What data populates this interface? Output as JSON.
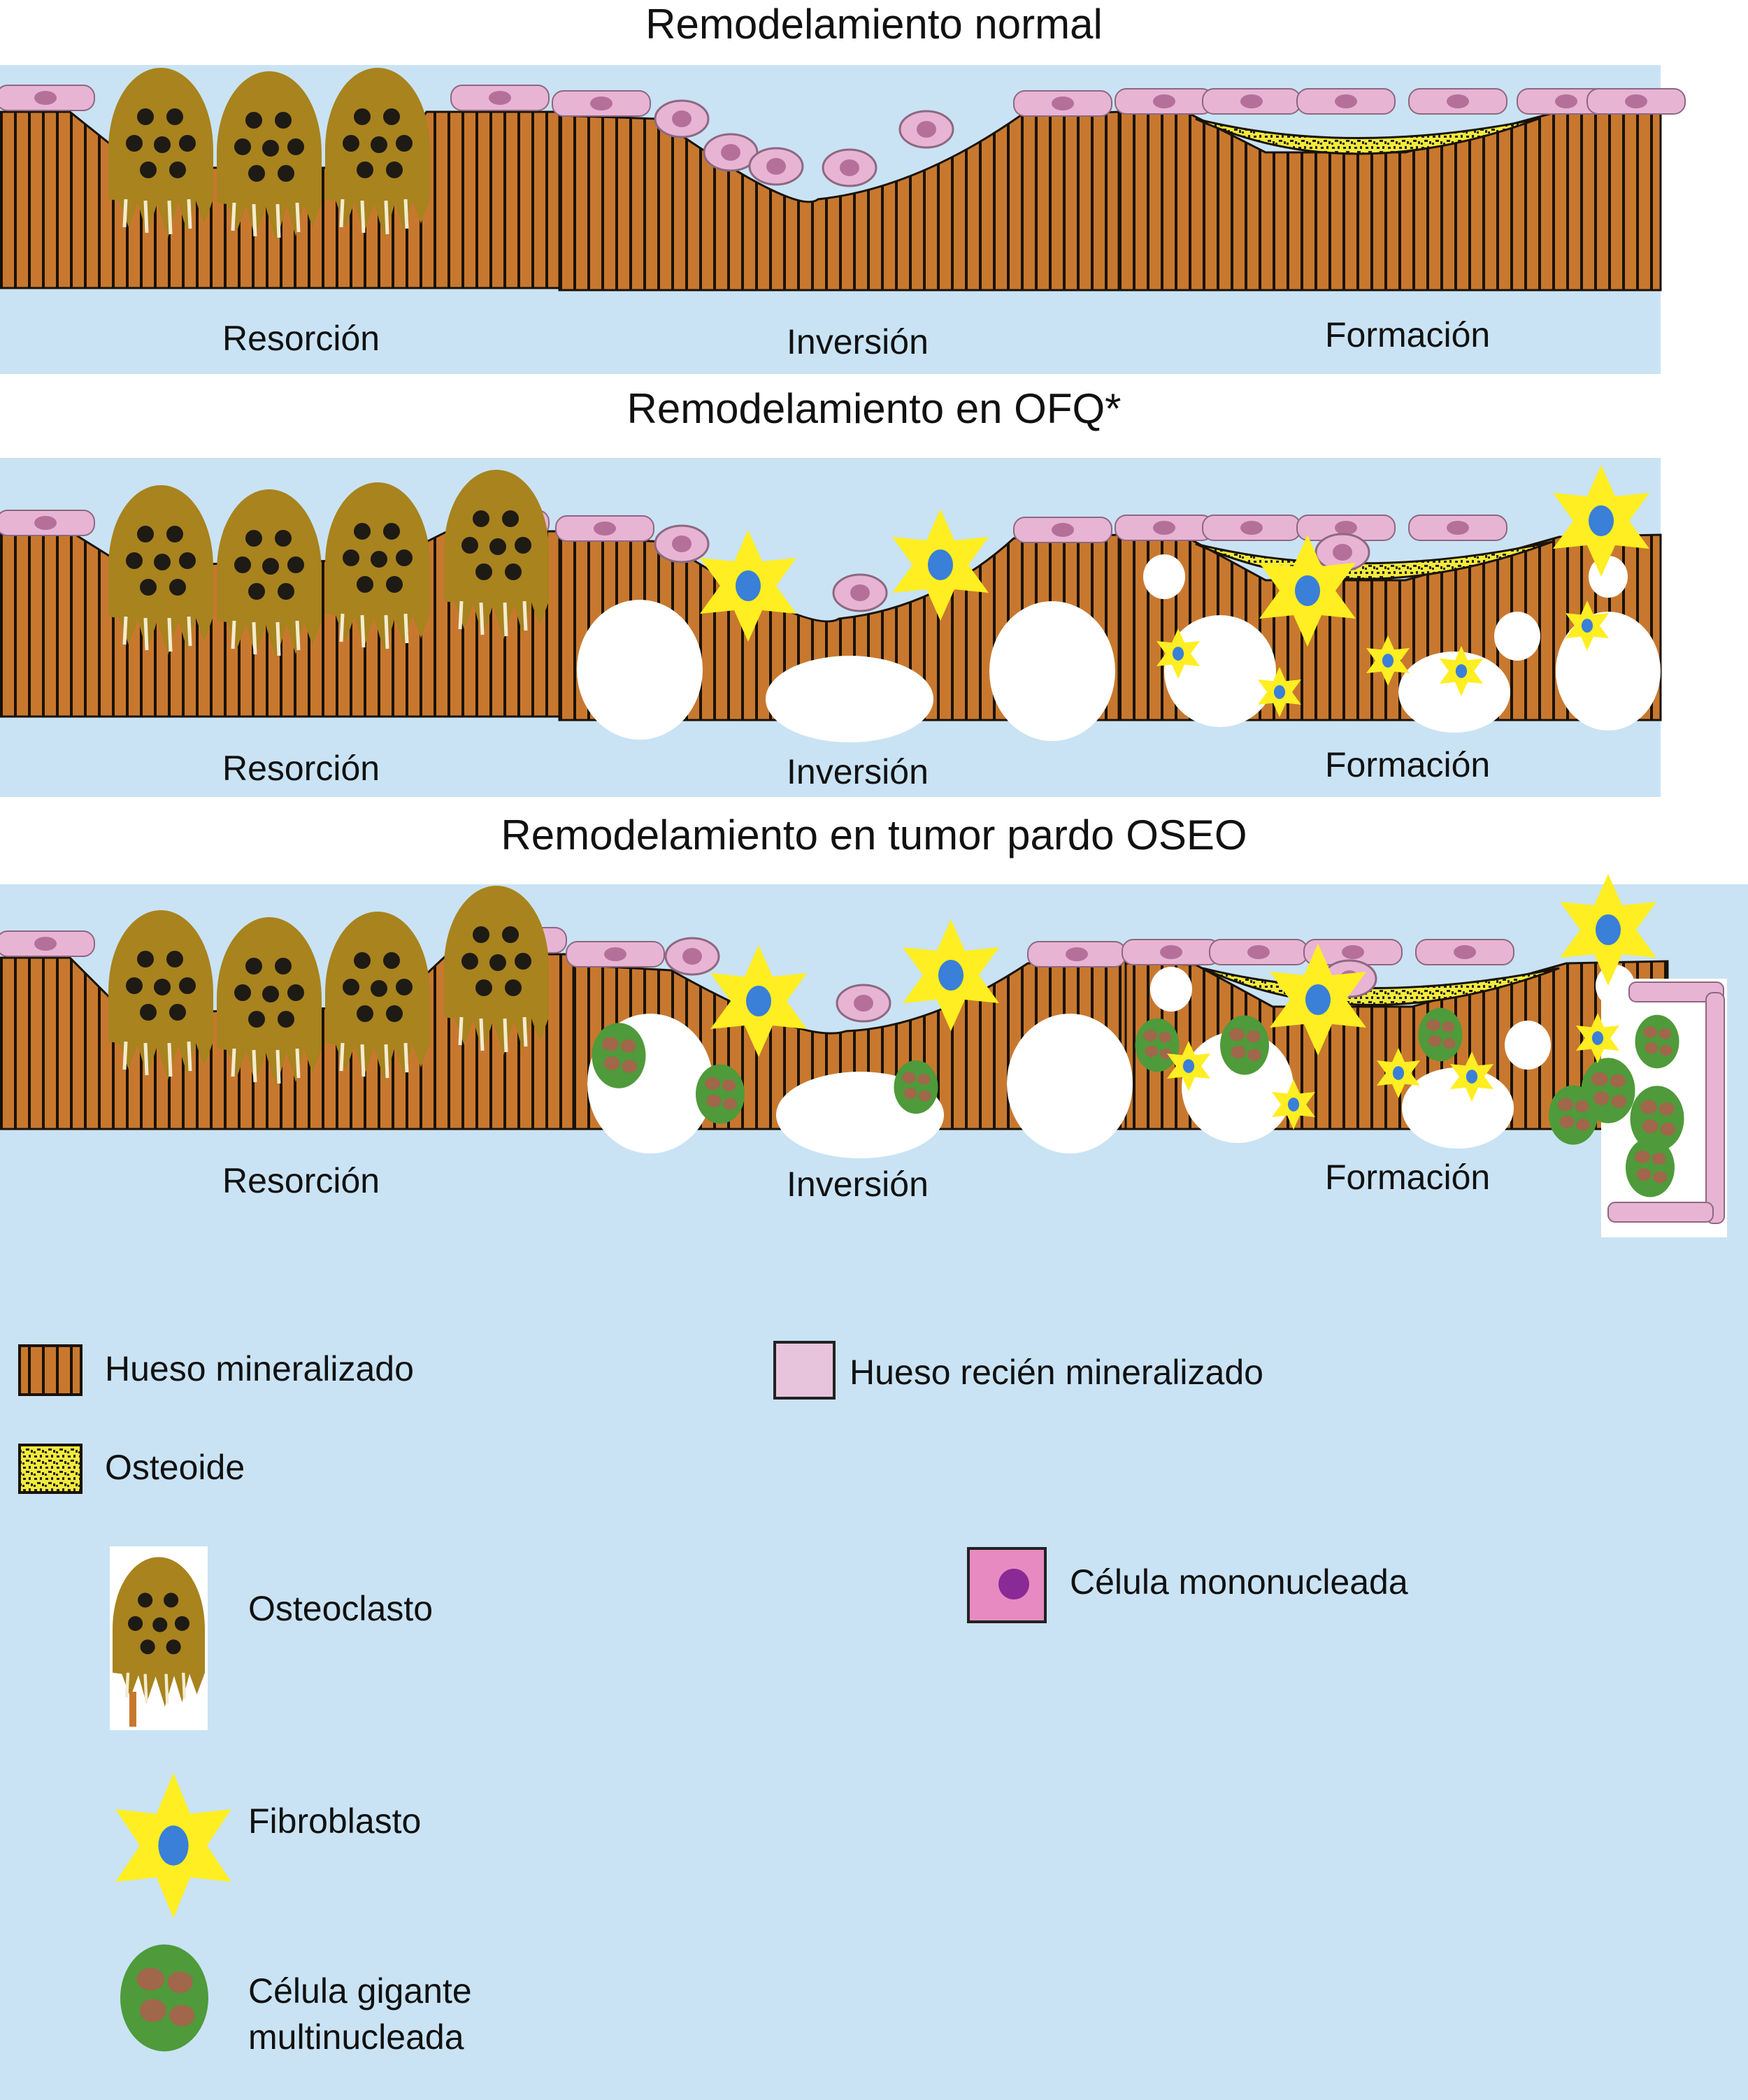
{
  "panels": [
    {
      "title": "Remodelamiento normal",
      "phases": [
        "Resorción",
        "Inversión",
        "Formación"
      ]
    },
    {
      "title": "Remodelamiento en OFQ*",
      "phases": [
        "Resorción",
        "Inversión",
        "Formación"
      ]
    },
    {
      "title": "Remodelamiento en tumor pardo OSEO",
      "phases": [
        "Resorción",
        "Inversión",
        "Formación"
      ]
    }
  ],
  "legend": {
    "mineralized_bone": "Hueso mineralizado",
    "new_bone": "Hueso recién mineralizado",
    "osteoid": "Osteoide",
    "osteoclast": "Osteoclasto",
    "mononuclear": "Célula mononucleada",
    "fibroblast": "Fibroblasto",
    "giant_cell_line1": "Célula gigante",
    "giant_cell_line2": "multinucleada"
  },
  "colors": {
    "background_blue": "#c9e3f4",
    "bone": "#c8782e",
    "bone_stripe": "#1a1208",
    "lining_pink": "#e8b4d4",
    "nucleus_mauve": "#b5709a",
    "osteoclast": "#a8831e",
    "osteoid": "#f2ea3c",
    "fibroblast": "#ffee22",
    "fibroblast_nucleus": "#3a7fd8",
    "giant_cell": "#4f9a3a",
    "giant_nucleus": "#a0674a",
    "mononuclear_nucleus": "#8a2a96"
  },
  "icons": [
    "mineralized-bone-swatch",
    "new-bone-swatch",
    "osteoid-swatch",
    "osteoclast-icon",
    "mononuclear-cell-icon",
    "fibroblast-icon",
    "giant-cell-icon"
  ]
}
